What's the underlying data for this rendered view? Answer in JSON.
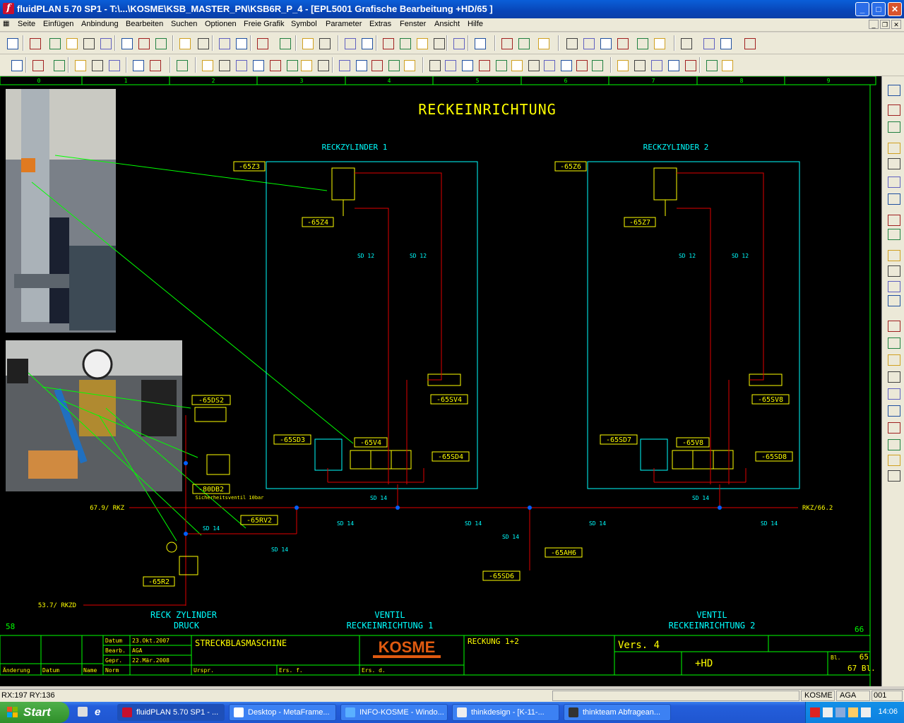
{
  "window": {
    "title": "fluidPLAN 5.70 SP1 - T:\\...\\KOSME\\KSB_MASTER_PN\\KSB6R_P_4 - [EPL5001 Grafische Bearbeitung +HD/65    ]"
  },
  "menu": [
    "Seite",
    "Einfügen",
    "Anbindung",
    "Bearbeiten",
    "Suchen",
    "Optionen",
    "Freie Grafik",
    "Symbol",
    "Parameter",
    "Extras",
    "Fenster",
    "Ansicht",
    "Hilfe"
  ],
  "ruler": [
    "0",
    "1",
    "2",
    "3",
    "4",
    "5",
    "6",
    "7",
    "8",
    "9"
  ],
  "drawing": {
    "main_title": "RECKEINRICHTUNG",
    "groups": [
      {
        "title": "RECKZYLINDER 1",
        "cyl": "-65Z3",
        "piston": "-65Z4",
        "valve_sv": "-65SV4",
        "sd_left": "-65SD3",
        "v": "-65V4",
        "sd_right": "-65SD4"
      },
      {
        "title": "RECKZYLINDER 2",
        "cyl": "-65Z6",
        "piston": "-65Z7",
        "valve_sv": "-65SV8",
        "sd_left": "-65SD7",
        "v": "-65V8",
        "sd_right": "-65SD8"
      }
    ],
    "sd12": "SD 12",
    "sd14": "SD 14",
    "labels": {
      "ds2": "-65DS2",
      "db2": "-80DB2",
      "safety": "Sicherheitsventil 10bar",
      "rv2": "-65RV2",
      "r2": "-65R2",
      "ah6": "-65AH6",
      "sd6": "-65SD6",
      "rkz_left": "67.9/ RKZ",
      "rkz_right": "RKZ/66.2",
      "rkzd": "53.7/ RKZD",
      "page_left": "58",
      "page_right": "66"
    },
    "sections": [
      {
        "line1": "RECK ZYLINDER",
        "line2": "DRUCK"
      },
      {
        "line1": "VENTIL",
        "line2": "RECKEINRICHTUNG 1"
      },
      {
        "line1": "VENTIL",
        "line2": "RECKEINRICHTUNG 2"
      }
    ],
    "titleblock": {
      "datum_label": "Datum",
      "datum": "23.Okt.2007",
      "bearb_label": "Bearb.",
      "bearb": "AGA",
      "gepr_label": "Gepr.",
      "gepr": "22.Mär.2008",
      "aenderung": "Änderung",
      "datum2": "Datum",
      "name": "Name",
      "norm": "Norm",
      "machine": "STRECKBLASMASCHINE",
      "ursprung": "Urspr.",
      "ersf": "Ers. f.",
      "ersd": "Ers. d.",
      "logo": "KOSME",
      "description": "RECKUNG 1+2",
      "version": "Vers. 4",
      "plus": "+HD",
      "bl_label": "Bl.",
      "sheet": "65",
      "sheets_total": "67 Bl."
    }
  },
  "status": {
    "coords": "RX:197 RY:136",
    "user1": "KOSME",
    "user2": "AGA",
    "code": "001"
  },
  "taskbar": {
    "start": "Start",
    "tasks": [
      "fluidPLAN 5.70 SP1 - ...",
      "Desktop - MetaFrame...",
      "INFO-KOSME - Windo...",
      "thinkdesign - [K-11-...",
      "thinkteam Abfragean..."
    ],
    "clock": "14:06"
  },
  "colors": {
    "wire": "#e00000",
    "yellow": "#ffff00",
    "cyan": "#00ffff",
    "green": "#00ff00",
    "kosme": "#e05a10"
  }
}
